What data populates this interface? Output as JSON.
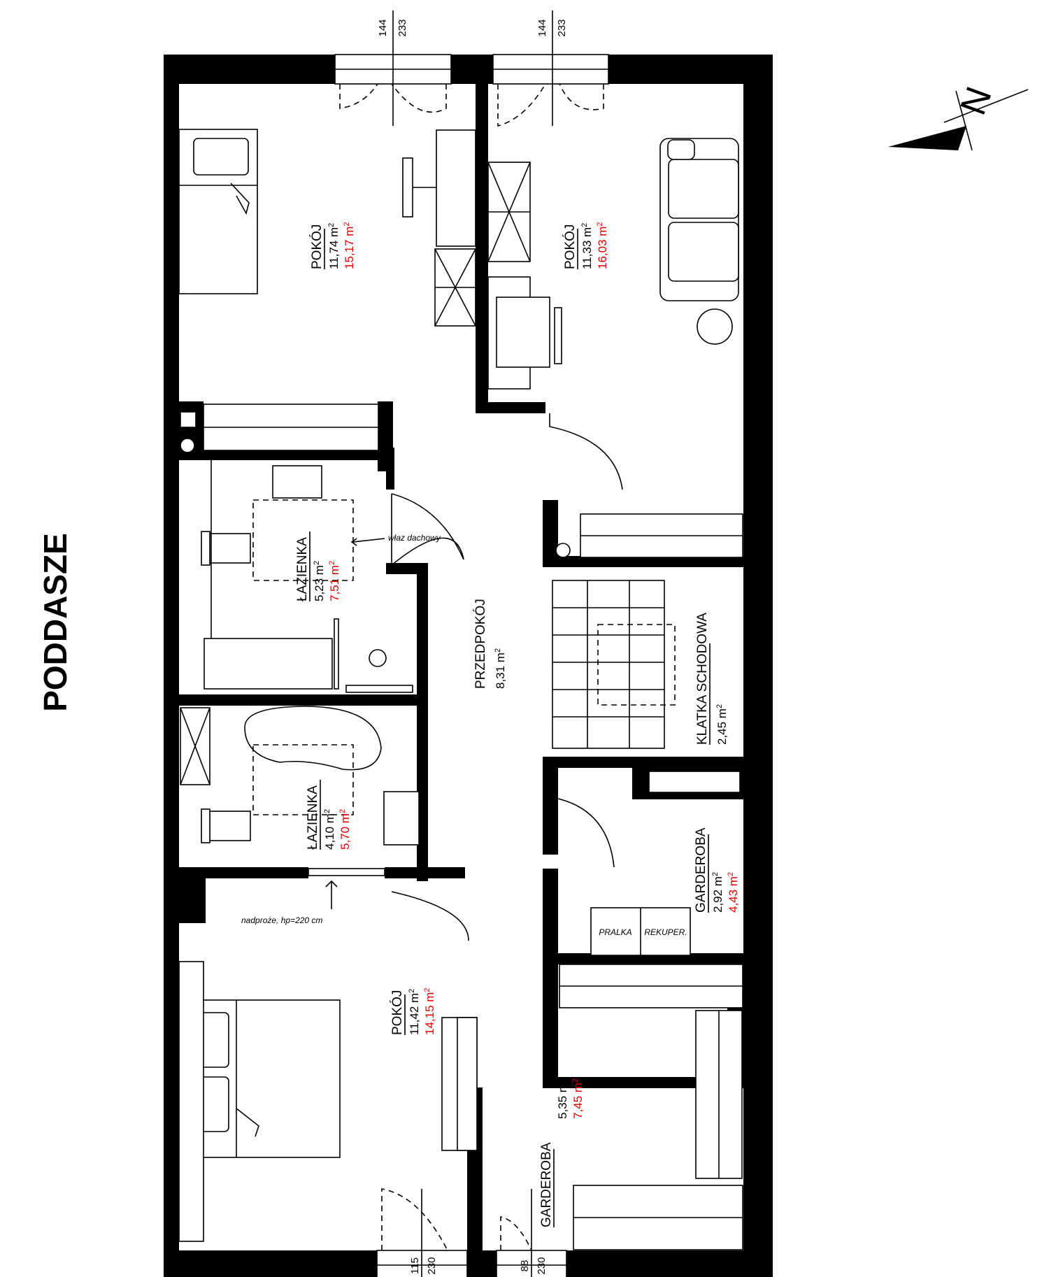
{
  "floor_title": "PODDASZE",
  "rooms": [
    {
      "id": "pokoj-1",
      "name": "POKÓJ",
      "area": "11,74 m",
      "area2": "15,17 m"
    },
    {
      "id": "pokoj-2",
      "name": "POKÓJ",
      "area": "11,33 m",
      "area2": "16,03 m"
    },
    {
      "id": "lazienka-1",
      "name": "ŁAZIENKA",
      "area": "5,23 m",
      "area2": "7,51 m"
    },
    {
      "id": "przedpokoj",
      "name": "PRZEDPOKÓJ",
      "area": "8,31 m",
      "area2": ""
    },
    {
      "id": "klatka",
      "name": "KLATKA SCHODOWA",
      "area": "2,45 m",
      "area2": ""
    },
    {
      "id": "lazienka-2",
      "name": "ŁAZIENKA",
      "area": "4,10 m",
      "area2": "5,70 m"
    },
    {
      "id": "garderoba-1",
      "name": "GARDEROBA",
      "area": "2,92 m",
      "area2": "4,43 m"
    },
    {
      "id": "pokoj-3",
      "name": "POKÓJ",
      "area": "11,42 m",
      "area2": "14,15 m"
    },
    {
      "id": "garderoba-2",
      "name": "GARDEROBA",
      "area": "5,35 m",
      "area2": "7,45 m"
    }
  ],
  "sup": "2",
  "annotations": {
    "roof_hatch": "właz dachowy",
    "lintel": "nadproże, hp=220 cm",
    "washer": "PRALKA",
    "recuperator": "REKUPER."
  },
  "window_dims": {
    "top_left": [
      "144",
      "233"
    ],
    "top_right": [
      "144",
      "233"
    ],
    "bottom_left": [
      "115",
      "230"
    ],
    "bottom_right": [
      "88",
      "230"
    ]
  },
  "compass": {
    "label": "N"
  },
  "colors": {
    "wall": "#000000",
    "secondary_area": "#e00000"
  }
}
